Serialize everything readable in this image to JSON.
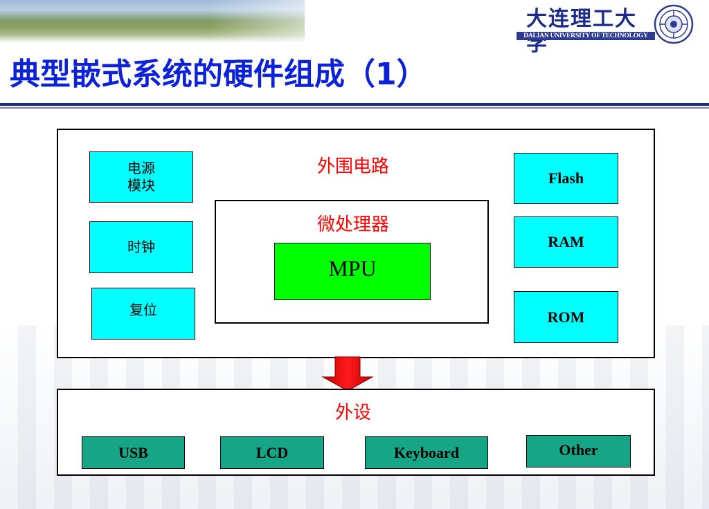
{
  "header": {
    "title": "典型嵌式系统的硬件组成（1）",
    "university_cn": "大连理工大学",
    "university_en": "DALIAN UNIVERSITY OF TECHNOLOGY"
  },
  "diagram": {
    "system": {
      "label": "外围电路",
      "left_blocks": [
        "电源\n模块",
        "时钟",
        "复位"
      ],
      "right_blocks": [
        "Flash",
        "RAM",
        "ROM"
      ],
      "processor": {
        "label": "微处理器",
        "core": "MPU"
      }
    },
    "peripherals": {
      "label": "外设",
      "items": [
        "USB",
        "LCD",
        "Keyboard",
        "Other"
      ]
    }
  },
  "colors": {
    "title": "#0b22d9",
    "label_red": "#ff0000",
    "memory_cyan": "#00ffff",
    "mpu_green": "#00ff00",
    "peripheral_teal": "#17a588",
    "arrow_red": "#ff0000"
  },
  "icons": [
    "university-seal-icon",
    "down-arrow-icon"
  ]
}
